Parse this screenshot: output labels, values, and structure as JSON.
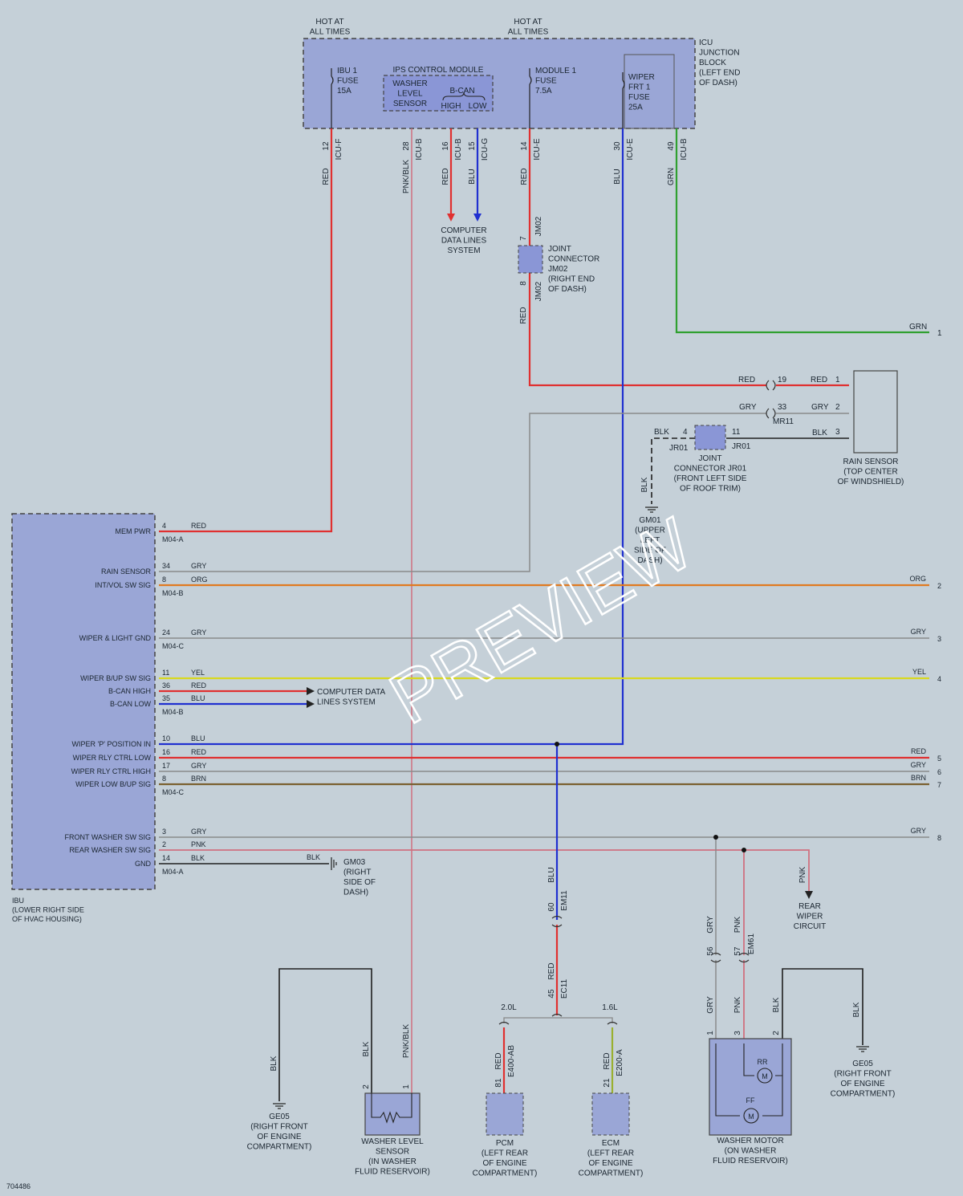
{
  "colors": {
    "background": "#c5d0d8",
    "box_fill": "#9aa6d6",
    "wire_red": "#e03030",
    "wire_blu": "#2030d0",
    "wire_grn": "#30a030",
    "wire_gry": "#8a8a8a",
    "wire_org": "#e07a20",
    "wire_yel": "#d8d820",
    "wire_brn": "#7a6030",
    "wire_pnk": "#d07080",
    "wire_blk": "#202020"
  },
  "icu": {
    "hot1": [
      "HOT AT",
      "ALL TIMES"
    ],
    "hot2": [
      "HOT AT",
      "ALL TIMES"
    ],
    "title": [
      "ICU",
      "JUNCTION",
      "BLOCK",
      "(LEFT END",
      "OF DASH)"
    ],
    "fuse_ibu": [
      "IBU 1",
      "FUSE",
      "15A"
    ],
    "ips": "IPS CONTROL MODULE",
    "washer_level": [
      "WASHER",
      "LEVEL",
      "SENSOR"
    ],
    "bcan": "B-CAN",
    "high": "HIGH",
    "low": "LOW",
    "fuse_module": [
      "MODULE 1",
      "FUSE",
      "7.5A"
    ],
    "fuse_wiper": [
      "WIPER",
      "FRT 1",
      "FUSE",
      "25A"
    ],
    "pins": [
      {
        "pin": "12",
        "conn": "ICU-F",
        "color": "RED"
      },
      {
        "pin": "28",
        "conn": "ICU-B",
        "color": "PNK/BLK"
      },
      {
        "pin": "16",
        "conn": "ICU-B",
        "color": "RED"
      },
      {
        "pin": "15",
        "conn": "ICU-G",
        "color": "BLU"
      },
      {
        "pin": "14",
        "conn": "ICU-E",
        "color": "RED"
      },
      {
        "pin": "30",
        "conn": "ICU-E",
        "color": "BLU"
      },
      {
        "pin": "49",
        "conn": "ICU-B",
        "color": "GRN"
      }
    ]
  },
  "cdl_top": [
    "COMPUTER",
    "DATA LINES",
    "SYSTEM"
  ],
  "jm02": {
    "pin_top": "7",
    "pin_bot": "8",
    "conn": "JM02",
    "label": [
      "JOINT",
      "CONNECTOR",
      "JM02",
      "(RIGHT END",
      "OF DASH)"
    ],
    "wire": "RED"
  },
  "grn_out": {
    "color": "GRN",
    "num": "1"
  },
  "mr11": {
    "r1_color_l": "RED",
    "r1_pin": "19",
    "r1_color_r": "RED",
    "r1_rs": "1",
    "r2_color_l": "GRY",
    "r2_pin": "33",
    "r2_color_r": "GRY",
    "r2_rs": "2",
    "conn": "MR11"
  },
  "jr01": {
    "blk_l": "BLK",
    "pin_l": "4",
    "pin_r": "11",
    "conn": "JR01",
    "blk_r": "BLK",
    "rs3": "3",
    "label": [
      "JOINT",
      "CONNECTOR JR01",
      "(FRONT LEFT SIDE",
      "OF ROOF TRIM)"
    ],
    "blk_down": "BLK"
  },
  "rain_sensor": [
    "RAIN SENSOR",
    "(TOP CENTER",
    "OF WINDSHIELD)"
  ],
  "gm01": [
    "GM01",
    "(UPPER",
    "LEFT",
    "SIDE OF",
    "DASH)"
  ],
  "ibu": {
    "label": [
      "IBU",
      "(LOWER RIGHT SIDE",
      "OF HVAC HOUSING)"
    ],
    "rows": [
      {
        "name": "MEM PWR",
        "pin": "4",
        "color": "RED",
        "conn": "M04-A"
      },
      {
        "name": "RAIN SENSOR",
        "pin": "34",
        "color": "GRY",
        "conn": ""
      },
      {
        "name": "INT/VOL SW SIG",
        "pin": "8",
        "color": "ORG",
        "conn": "M04-B"
      },
      {
        "name": "WIPER & LIGHT GND",
        "pin": "24",
        "color": "GRY",
        "conn": "M04-C"
      },
      {
        "name": "WIPER B/UP SW SIG",
        "pin": "11",
        "color": "YEL",
        "conn": ""
      },
      {
        "name": "B-CAN HIGH",
        "pin": "36",
        "color": "RED",
        "conn": ""
      },
      {
        "name": "B-CAN LOW",
        "pin": "35",
        "color": "BLU",
        "conn": "M04-B"
      },
      {
        "name": "WIPER 'P' POSITION IN",
        "pin": "10",
        "color": "BLU",
        "conn": ""
      },
      {
        "name": "WIPER RLY CTRL LOW",
        "pin": "16",
        "color": "RED",
        "conn": ""
      },
      {
        "name": "WIPER RLY CTRL HIGH",
        "pin": "17",
        "color": "GRY",
        "conn": ""
      },
      {
        "name": "WIPER LOW B/UP SIG",
        "pin": "8",
        "color": "BRN",
        "conn": "M04-C"
      },
      {
        "name": "FRONT WASHER SW SIG",
        "pin": "3",
        "color": "GRY",
        "conn": ""
      },
      {
        "name": "REAR WASHER SW SIG",
        "pin": "2",
        "color": "PNK",
        "conn": ""
      },
      {
        "name": "GND",
        "pin": "14",
        "color": "BLK",
        "conn": "M04-A"
      }
    ]
  },
  "right_edge": [
    {
      "color": "ORG",
      "num": "2"
    },
    {
      "color": "GRY",
      "num": "3"
    },
    {
      "color": "YEL",
      "num": "4"
    },
    {
      "color": "RED",
      "num": "5"
    },
    {
      "color": "GRY",
      "num": "6"
    },
    {
      "color": "BRN",
      "num": "7"
    },
    {
      "color": "GRY",
      "num": "8"
    }
  ],
  "cdl_mid": [
    "COMPUTER DATA",
    "LINES SYSTEM"
  ],
  "gm03": {
    "wire": "BLK",
    "label": [
      "GM03",
      "(RIGHT",
      "SIDE OF",
      "DASH)"
    ]
  },
  "rear_wiper": {
    "wire": "PNK",
    "label": [
      "REAR",
      "WIPER",
      "CIRCUIT"
    ]
  },
  "em11": {
    "color_top": "BLU",
    "pin": "60",
    "conn": "EM11"
  },
  "ec11": {
    "color": "RED",
    "pin": "45",
    "conn": "EC11"
  },
  "branch": {
    "left": "2.0L",
    "right": "1.6L"
  },
  "pcm": {
    "color": "RED",
    "pin": "81",
    "conn": "E400-AB",
    "label": [
      "PCM",
      "(LEFT REAR",
      "OF ENGINE",
      "COMPARTMENT)"
    ]
  },
  "ecm": {
    "color": "RED",
    "pin": "21",
    "conn": "E200-A",
    "label": [
      "ECM",
      "(LEFT REAR",
      "OF ENGINE",
      "COMPARTMENT)"
    ]
  },
  "em61": {
    "gry": "GRY",
    "pnk": "PNK",
    "pin_gry": "56",
    "pin_pnk": "57",
    "conn": "EM61"
  },
  "washer_motor": {
    "gry": "GRY",
    "pnk": "PNK",
    "blk": "BLK",
    "pin1": "1",
    "pin3": "3",
    "pin2": "2",
    "rr": "RR",
    "ff": "FF",
    "m": "M",
    "label": [
      "WASHER MOTOR",
      "(ON WASHER",
      "FLUID RESERVOIR)"
    ]
  },
  "ge05_right": {
    "wire": "BLK",
    "label": [
      "GE05",
      "(RIGHT FRONT",
      "OF ENGINE",
      "COMPARTMENT)"
    ]
  },
  "ge05_left": {
    "wire": "BLK",
    "label": [
      "GE05",
      "(RIGHT FRONT",
      "OF ENGINE",
      "COMPARTMENT)"
    ]
  },
  "wls": {
    "blk": "BLK",
    "pnkblk": "PNK/BLK",
    "pin2": "2",
    "pin1": "1",
    "label": [
      "WASHER LEVEL",
      "SENSOR",
      "(IN WASHER",
      "FLUID RESERVOIR)"
    ]
  },
  "diagram_id": "704486",
  "watermark": "PREVIEW"
}
